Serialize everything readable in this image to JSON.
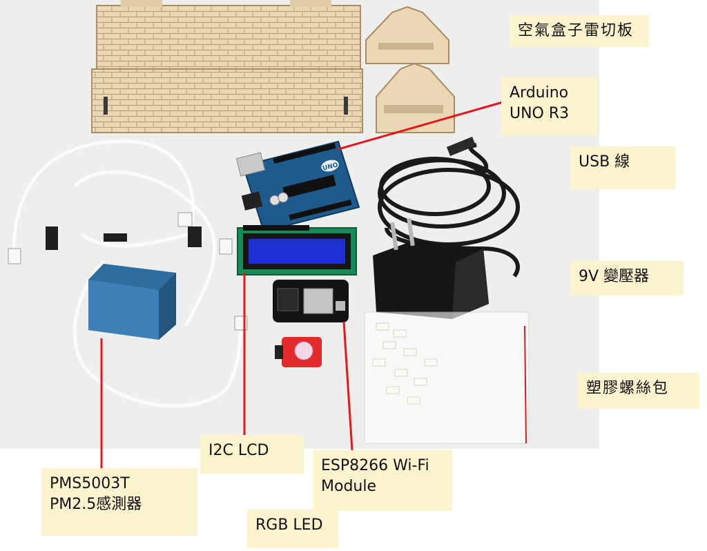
{
  "labels": {
    "laser_cut_board": "空氣盒子雷切板",
    "arduino": "Arduino\nUNO R3",
    "usb_cable": "USB 線",
    "adapter": "9V 變壓器",
    "screw_pack": "塑膠螺絲包",
    "i2c_lcd": "I2C LCD",
    "esp8266": "ESP8266 Wi-Fi\nModule",
    "pms5003t": "PMS5003T\nPM2.5感測器",
    "rgb_led": "RGB LED"
  },
  "callout_color": "#e8141e",
  "label_background": "#fcf3cf",
  "component_markings": {
    "uno_badge": "UNO"
  }
}
